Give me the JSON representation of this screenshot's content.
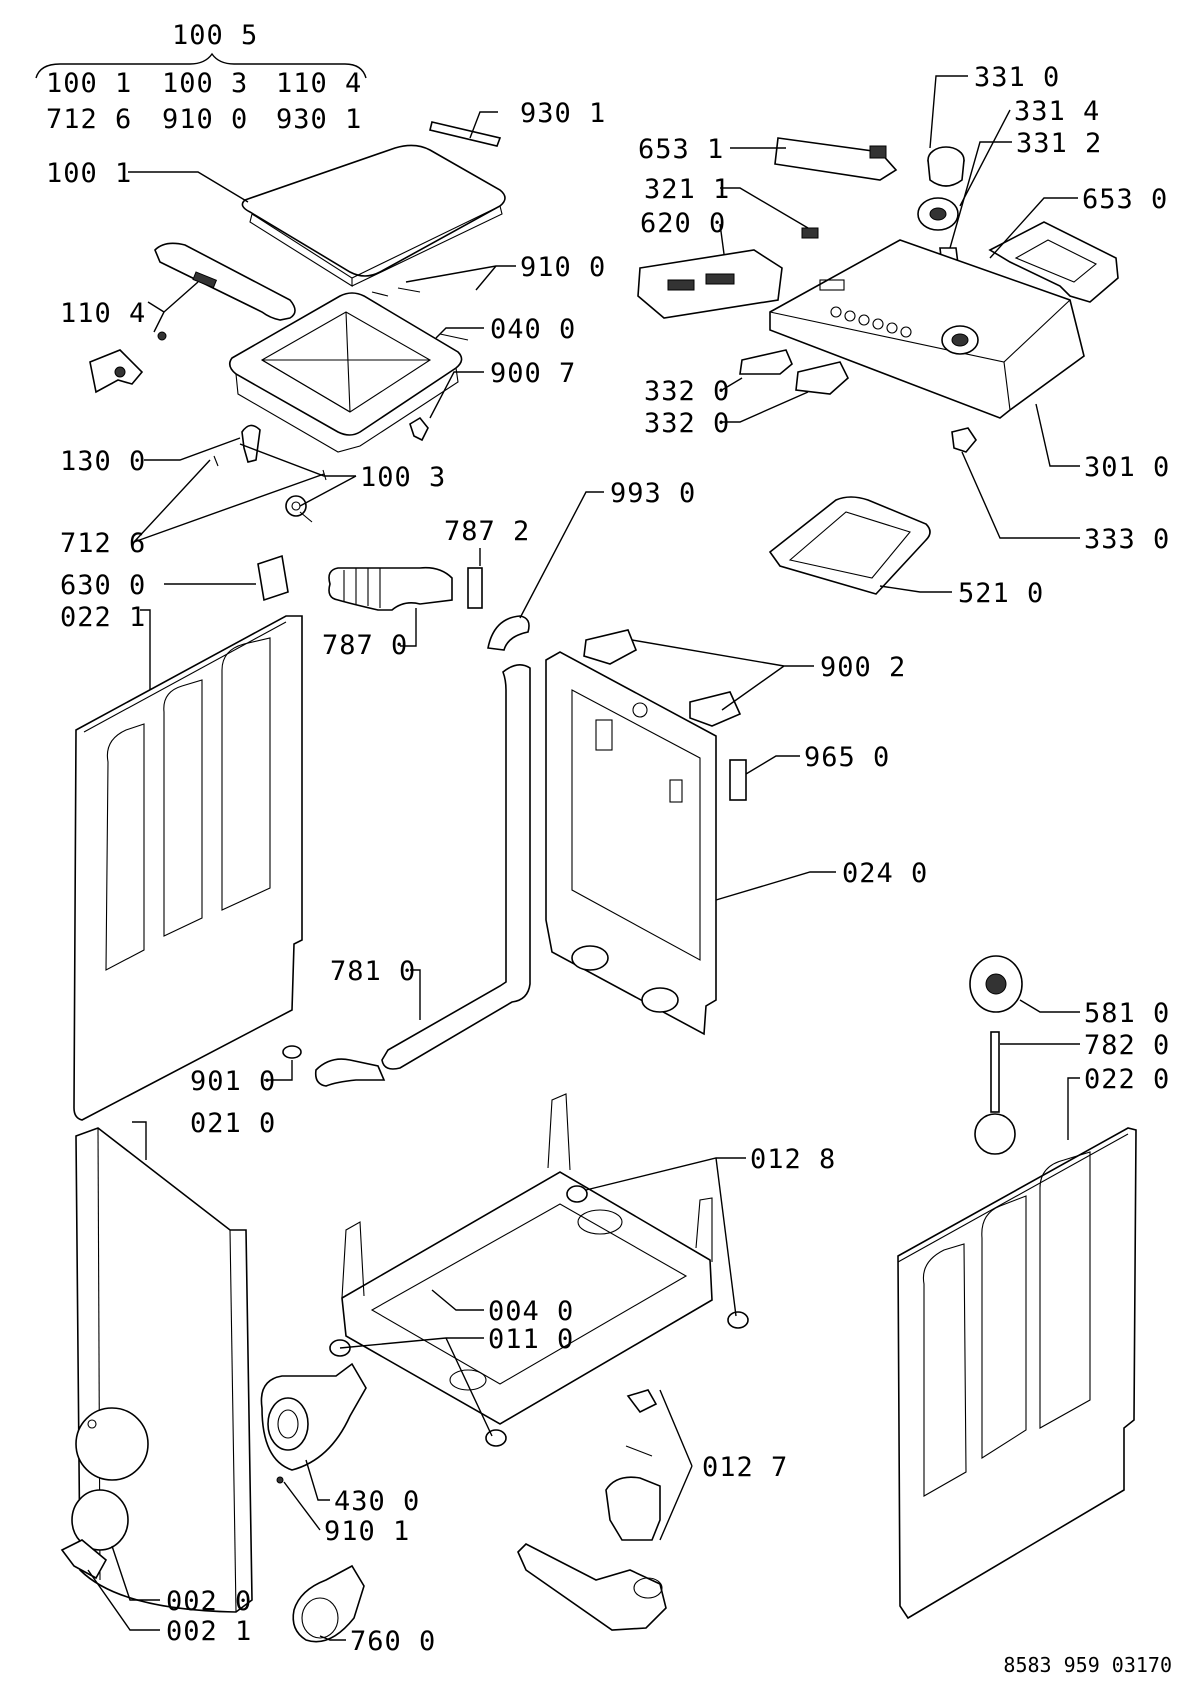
{
  "header_group": {
    "title": "100 5",
    "row1": [
      "100 1",
      "100 3",
      "110 4"
    ],
    "row2": [
      "712 6",
      "910 0",
      "930 1"
    ]
  },
  "callouts": {
    "c9301": "930 1",
    "c1001": "100 1",
    "c9100": "910 0",
    "c0400": "040 0",
    "c9007": "900 7",
    "c1104": "110 4",
    "c1300": "130 0",
    "c1003": "100 3",
    "c7126": "712 6",
    "c7872": "787 2",
    "c6300": "630 0",
    "c0221": "022 1",
    "c7870": "787 0",
    "c9930": "993 0",
    "c3310": "331 0",
    "c3314": "331 4",
    "c3312": "331 2",
    "c6531": "653 1",
    "c3211": "321 1",
    "c6200": "620 0",
    "c6530": "653 0",
    "c3320a": "332 0",
    "c3320b": "332 0",
    "c3010": "301 0",
    "c3330": "333 0",
    "c5210": "521 0",
    "c9002": "900 2",
    "c9650": "965 0",
    "c0240": "024 0",
    "c7810": "781 0",
    "c9010": "901 0",
    "c0210": "021 0",
    "c5810": "581 0",
    "c7820": "782 0",
    "c0220": "022 0",
    "c0128": "012 8",
    "c0040": "004 0",
    "c0110": "011 0",
    "c0127": "012 7",
    "c4300": "430 0",
    "c9101": "910 1",
    "c0020": "002 0",
    "c0021": "002 1",
    "c7600": "760 0"
  },
  "doc_number": "8583 959 03170"
}
